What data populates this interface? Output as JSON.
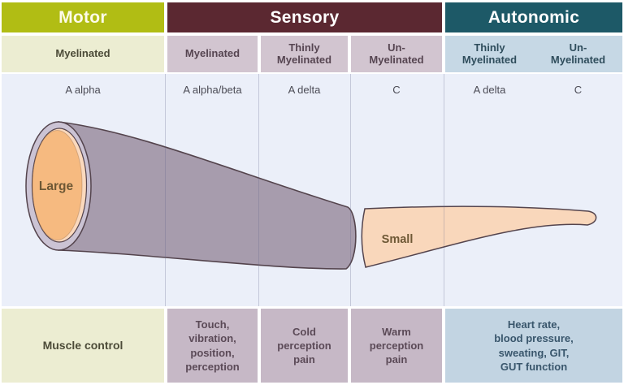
{
  "columns": {
    "motor": {
      "header": "Motor",
      "myelination": "Myelinated",
      "fiber": "A alpha",
      "function": "Muscle control"
    },
    "sensory": {
      "header": "Sensory",
      "sub": [
        {
          "myelination": "Myelinated",
          "fiber": "A alpha/beta",
          "function": "Touch,\nvibration,\nposition,\nperception"
        },
        {
          "myelination": "Thinly\nMyelinated",
          "fiber": "A delta",
          "function": "Cold\nperception\npain"
        },
        {
          "myelination": "Un-\nMyelinated",
          "fiber": "C",
          "function": "Warm\nperception\npain"
        }
      ]
    },
    "autonomic": {
      "header": "Autonomic",
      "sub": [
        {
          "myelination": "Thinly\nMyelinated",
          "fiber": "A delta"
        },
        {
          "myelination": "Un-\nMyelinated",
          "fiber": "C"
        }
      ],
      "function": "Heart rate,\nblood pressure,\nsweating, GIT,\nGUT function"
    }
  },
  "diagram": {
    "large_label": "Large",
    "small_label": "Small"
  },
  "colors": {
    "motor_header_bg": "#b1bd14",
    "sensory_header_bg": "#5b2831",
    "autonomic_header_bg": "#1d5967",
    "motor_cell_bg": "#ecedd2",
    "sensory_cell_bg": "#d2c5d0",
    "sensory_function_bg": "#c6b8c6",
    "autonomic_cell_bg": "#c6d8e5",
    "canvas_bg": "#ebeff9",
    "myelin_sheath_fill": "#a79cad",
    "myelin_ring_fill": "#cbc3d4",
    "axon_core_fill": "#f6ba80",
    "small_fiber_fill": "#f9d7bb"
  }
}
